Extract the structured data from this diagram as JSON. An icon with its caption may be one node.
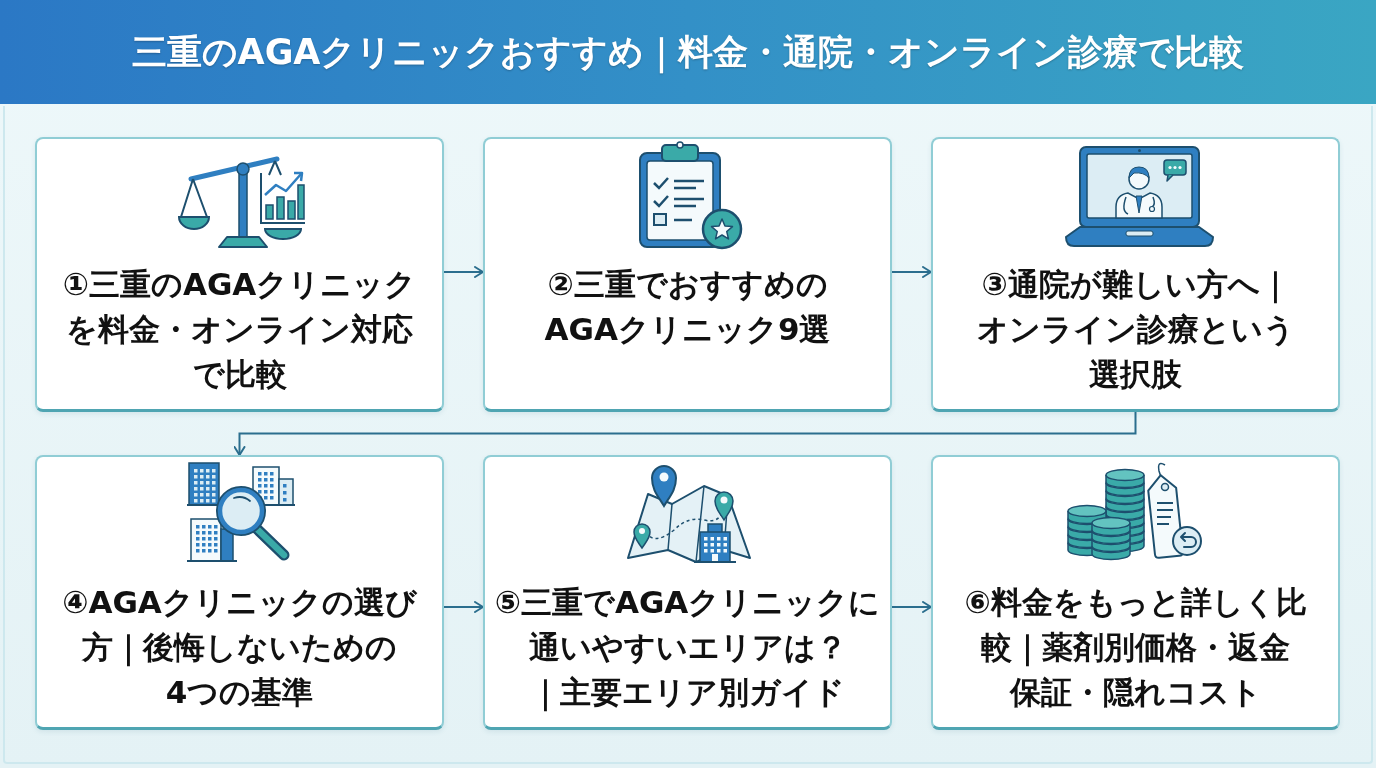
{
  "diagram": {
    "title": "三重のAGAクリニックおすすめ｜料金・通院・オンライン診療で比較",
    "nodes": [
      {
        "text": [
          "①三重のAGAクリニックを料金・オンライン対応で比較"
        ]
      },
      {
        "text": [
          "②三重でおすすめのAGAクリニック9選"
        ]
      },
      {
        "text": [
          "③通院が難しい方へ｜オンライン診療という選択肢"
        ]
      },
      {
        "text": [
          "④AGAクリニックの選び方｜後悔しないための4つの基準"
        ]
      },
      {
        "text": [
          "⑤三重でAGAクリニックに通いやすいエリアは？｜主要エリア別ガイド"
        ]
      },
      {
        "text": [
          "⑥料金をもっと詳しく比較｜薬剤別価格・返金保証・隠れコスト"
        ]
      }
    ],
    "edges": [
      {
        "from": 0,
        "to": 1,
        "arrow": "to"
      },
      {
        "from": 1,
        "to": 2,
        "arrow": "to"
      },
      {
        "from": 2,
        "to": 3,
        "arrow": "to"
      },
      {
        "from": 3,
        "to": 4,
        "arrow": "to"
      },
      {
        "from": 4,
        "to": 5,
        "arrow": "to"
      }
    ]
  }
}
